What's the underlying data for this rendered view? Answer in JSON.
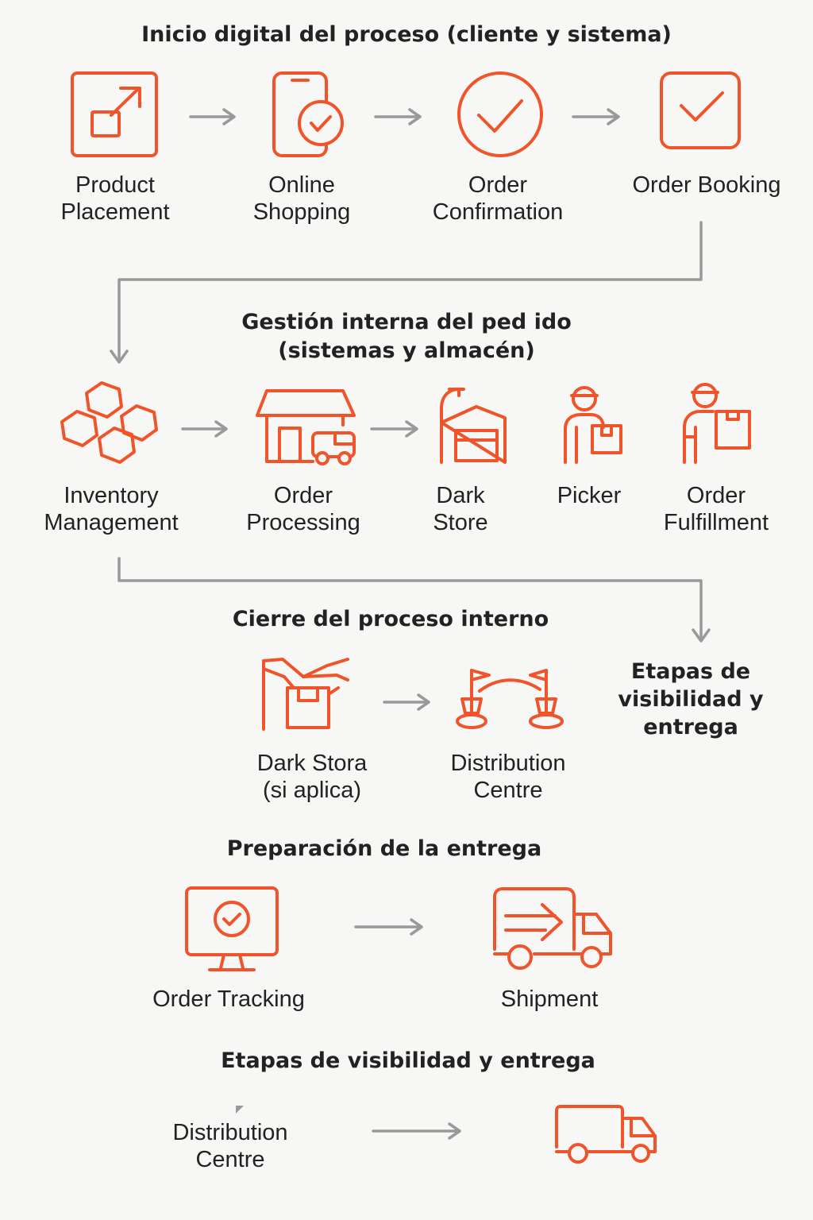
{
  "colors": {
    "accent": "#f0542a",
    "connector": "#999999",
    "background": "#f7f7f5"
  },
  "sections": {
    "s1": {
      "title": "Inicio digital del proceso (cliente y sistema)",
      "steps": [
        {
          "icon": "external-link-icon",
          "line1": "Product",
          "line2": "Placement"
        },
        {
          "icon": "phone-check-icon",
          "line1": "Online",
          "line2": "Shopping"
        },
        {
          "icon": "check-circle-icon",
          "line1": "Order",
          "line2": "Confirmation"
        },
        {
          "icon": "check-square-icon",
          "line1": "Order Booking",
          "line2": ""
        }
      ]
    },
    "s2": {
      "title_line1": "Gestión interna del ped ido",
      "title_line2": "(sistemas y almacén)",
      "steps": [
        {
          "icon": "hexagon-cluster-icon",
          "line1": "Inventory",
          "line2": "Management"
        },
        {
          "icon": "store-van-icon",
          "line1": "Order",
          "line2": "Processing"
        },
        {
          "icon": "dark-store-icon",
          "line1": "Dark",
          "line2": "Store"
        },
        {
          "icon": "picker-person-icon",
          "line1": "Picker",
          "line2": ""
        },
        {
          "icon": "delivery-person-icon",
          "line1": "Order",
          "line2": "Fulfillment"
        }
      ]
    },
    "s3": {
      "title": "Cierre del proceso interno",
      "steps": [
        {
          "icon": "open-box-icon",
          "line1": "Dark Stora",
          "line2": "(si aplica)"
        },
        {
          "icon": "flags-route-icon",
          "line1": "Distribution",
          "line2": "Centre"
        }
      ],
      "side_note": {
        "line1": "Etapas de",
        "line2": "visibilidad y",
        "line3": "entrega"
      }
    },
    "s4": {
      "title": "Preparación de la entrega",
      "steps": [
        {
          "icon": "monitor-check-icon",
          "line1": "Order Tracking"
        },
        {
          "icon": "truck-arrow-icon",
          "line1": "Shipment"
        }
      ]
    },
    "s5": {
      "title": "Etapas de visibilidad y entrega",
      "steps": [
        {
          "icon": "corner-mark-icon",
          "line1": "Distribution",
          "line2": "Centre"
        },
        {
          "icon": "truck-icon",
          "line1": ""
        }
      ]
    }
  }
}
